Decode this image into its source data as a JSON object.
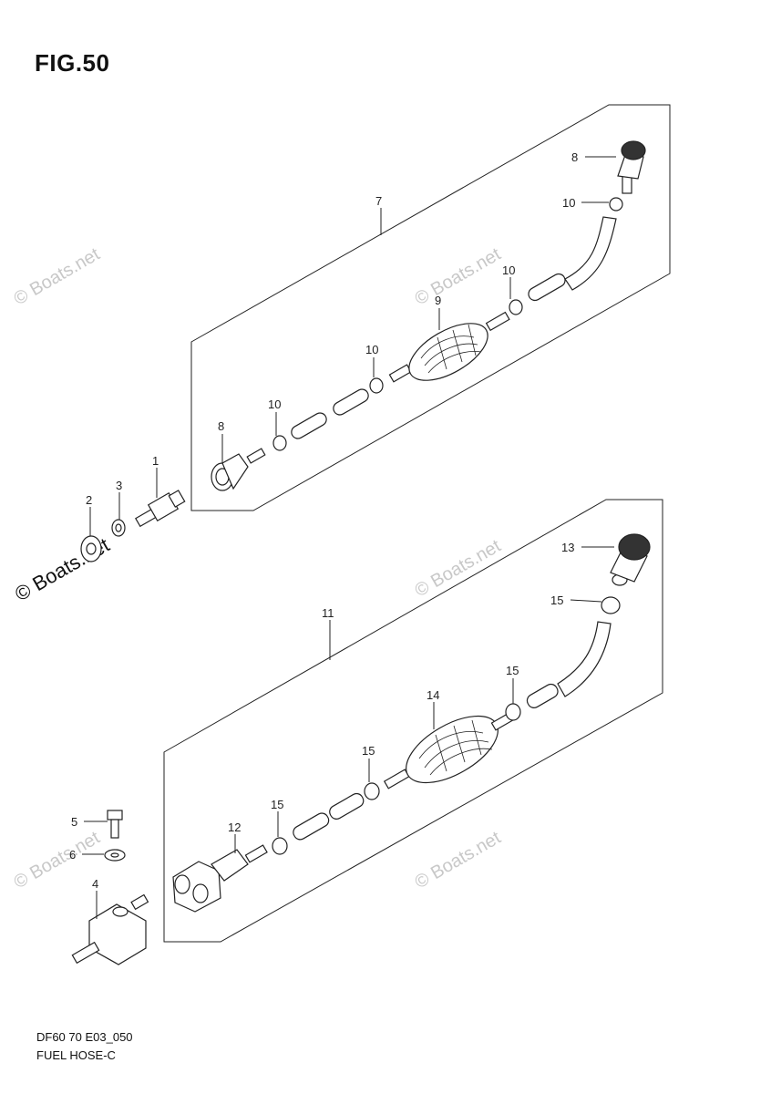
{
  "figure": {
    "title": "FIG.50"
  },
  "footer": {
    "code": "DF60 70 E03_050",
    "name": "FUEL HOSE-C"
  },
  "watermark": {
    "text": "© Boats.net"
  },
  "callouts": {
    "c1": "1",
    "c2": "2",
    "c3": "3",
    "c4": "4",
    "c5": "5",
    "c6": "6",
    "c7": "7",
    "c8a": "8",
    "c8b": "8",
    "c9": "9",
    "c10a": "10",
    "c10b": "10",
    "c10c": "10",
    "c10d": "10",
    "c11": "11",
    "c12": "12",
    "c13": "13",
    "c14": "14",
    "c15a": "15",
    "c15b": "15",
    "c15c": "15",
    "c15d": "15"
  }
}
